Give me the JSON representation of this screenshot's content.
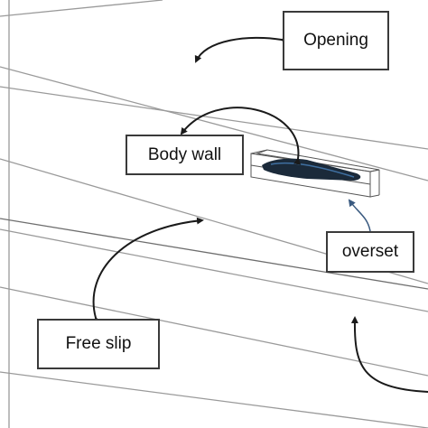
{
  "labels": {
    "opening": "Opening",
    "body_wall": "Body wall",
    "overset": "overset",
    "free_slip": "Free slip"
  },
  "colors": {
    "domain_edge": "#9a9a9a",
    "domain_edge_strong": "#6e6e6e",
    "arrow": "#1a1a1a",
    "overset_arrow": "#3a5a80",
    "hull": "#1b2a3a",
    "hull_highlight": "#3f6fa0",
    "box_border": "#3a3a3a"
  }
}
